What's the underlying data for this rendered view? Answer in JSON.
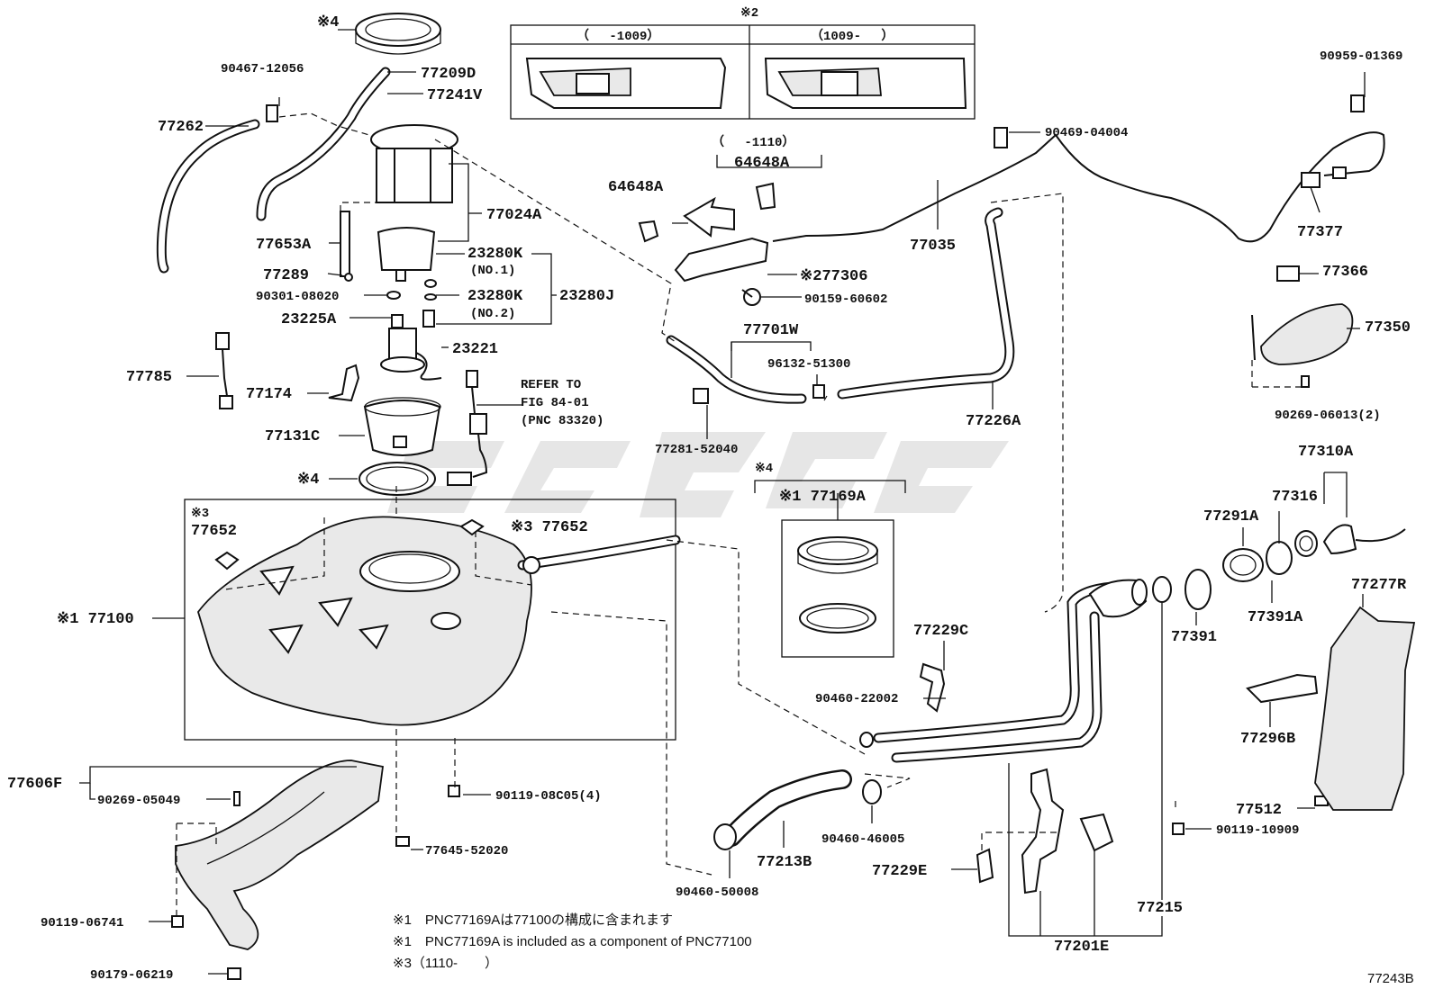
{
  "diagram_ref": "77243B",
  "window": {
    "marker": "※2",
    "left_range": "（　 -1009）",
    "right_range": "（1009-　 ）"
  },
  "group_1110": {
    "range": "（　 -1110）",
    "part": "64648A"
  },
  "refer": {
    "line1": "REFER TO",
    "line2": "FIG 84-01",
    "line3": "(PNC 83320)"
  },
  "box3": {
    "marker": "※3",
    "left_label": "77652",
    "right_label": "※3 77652"
  },
  "box_kit": {
    "marker": "※4",
    "label": "※1 77169A"
  },
  "labels": {
    "p_4_top": "※4",
    "p_90467_12056": "90467-12056",
    "p_77209D": "77209D",
    "p_77241V": "77241V",
    "p_77262": "77262",
    "p_77024A": "77024A",
    "p_77653A": "77653A",
    "p_23280K_1": "23280K",
    "p_no1": "(NO.1)",
    "p_77289": "77289",
    "p_90301_08020": "90301-08020",
    "p_23280K_2": "23280K",
    "p_23280J": "23280J",
    "p_no2": "(NO.2)",
    "p_23225A": "23225A",
    "p_23221": "23221",
    "p_77785": "77785",
    "p_77174": "77174",
    "p_77131C": "77131C",
    "p_4_ring": "※4",
    "p_77100": "※1 77100",
    "p_77606F": "77606F",
    "p_90269_05049": "90269-05049",
    "p_90119_08C05": "90119-08C05(4)",
    "p_77645_52020": "77645-52020",
    "p_90119_06741": "90119-06741",
    "p_90179_06219": "90179-06219",
    "p_64648A": "64648A",
    "p_277306": "※277306",
    "p_90159_60602": "90159-60602",
    "p_77701W": "77701W",
    "p_96132_51300": "96132-51300",
    "p_77281_52040": "77281-52040",
    "p_90469_04004": "90469-04004",
    "p_77035": "77035",
    "p_90959_01369": "90959-01369",
    "p_77377": "77377",
    "p_77366": "77366",
    "p_77350": "77350",
    "p_90269_06013": "90269-06013(2)",
    "p_77226A": "77226A",
    "p_77310A": "77310A",
    "p_77316": "77316",
    "p_77291A": "77291A",
    "p_77391": "77391",
    "p_77391A": "77391A",
    "p_77277R": "77277R",
    "p_77296B": "77296B",
    "p_77512": "77512",
    "p_90119_10909": "90119-10909",
    "p_77229C": "77229C",
    "p_90460_22002": "90460-22002",
    "p_90460_46005": "90460-46005",
    "p_77213B": "77213B",
    "p_90460_50008": "90460-50008",
    "p_77229E": "77229E",
    "p_77215": "77215",
    "p_77201E": "77201E"
  },
  "notes": {
    "n1_jp": "※1　PNC77169Aは77100の構成に含まれます",
    "n1_en": "※1　PNC77169A is included as a component of PNC77100",
    "n3": "※3（1110-　　）"
  }
}
